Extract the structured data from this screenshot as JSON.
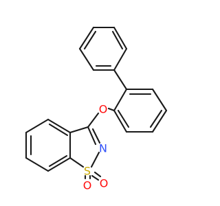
{
  "molecule": {
    "atoms": [
      {
        "id": "oxygen-ether",
        "symbol": "O",
        "color": "#ff0d0d"
      },
      {
        "id": "nitrogen",
        "symbol": "N",
        "color": "#3050f8"
      },
      {
        "id": "sulfur",
        "symbol": "S",
        "color": "#c8a800"
      },
      {
        "id": "oxygen-sulfonyl-left",
        "symbol": "O",
        "color": "#ff0d0d"
      },
      {
        "id": "oxygen-sulfonyl-right",
        "symbol": "O",
        "color": "#ff0d0d"
      }
    ],
    "bond_color": "#1a1a1a"
  }
}
